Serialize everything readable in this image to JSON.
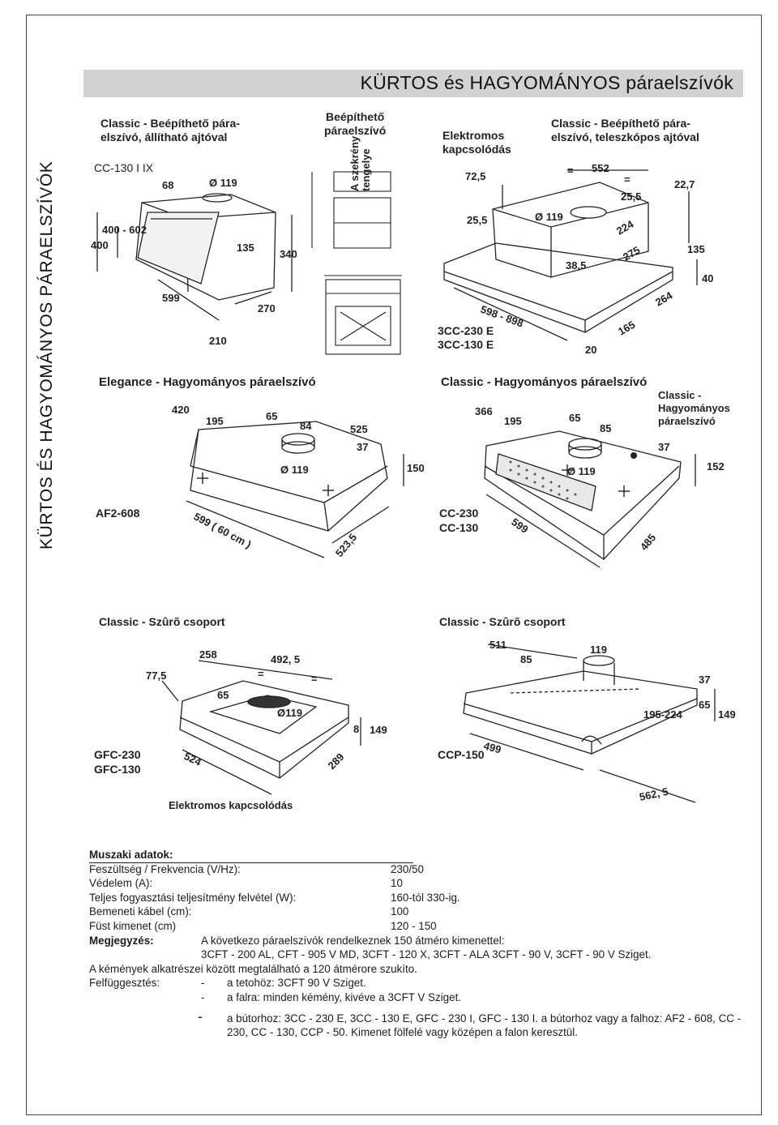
{
  "header": {
    "title": "KÜRTOS és HAGYOMÁNYOS páraelszívók"
  },
  "side_title": "KÜRTOS ÉS HAGYOMÁNYOS PÁRAELSZÍVÓK",
  "diagrams": {
    "classic_built_in_door": {
      "title1": "Classic - Beépíthető pára-",
      "title2": "elszívó, állítható ajtóval",
      "model": "CC-130 I IX",
      "dims": [
        "68",
        "Ø 119",
        "400 - 602",
        "400",
        "135",
        "340",
        "599",
        "270",
        "210"
      ]
    },
    "built_in_cabinet": {
      "title1": "Beépíthető",
      "title2": "páraelszívó",
      "axis_label1": "A szekrény",
      "axis_label2": "tengelye"
    },
    "electrical": {
      "title1": "Elektromos",
      "title2": "kapcsolódás"
    },
    "classic_telescopic": {
      "title1": "Classic - Beépíthető pára-",
      "title2": "elszívó, teleszkópos ajtóval",
      "model1": "3CC-230 E",
      "model2": "3CC-130 E",
      "dims": [
        "=",
        "552",
        "=",
        "22,7",
        "72,5",
        "25,5",
        "Ø 119",
        "25,5",
        "224",
        "38,5",
        "275",
        "135",
        "40",
        "598 - 898",
        "264",
        "165",
        "20"
      ]
    },
    "elegance": {
      "title": "Elegance - Hagyományos páraelszívó",
      "model": "AF2-608",
      "dims": [
        "420",
        "195",
        "65",
        "84",
        "525",
        "37",
        "Ø 119",
        "150",
        "599 ( 60 cm )",
        "523,5"
      ]
    },
    "classic_traditional": {
      "title": "Classic - Hagyományos páraelszívó",
      "side_label1": "Classic -",
      "side_label2": "Hagyományos",
      "side_label3": "páraelszívó",
      "model1": "CC-230",
      "model2": "CC-130",
      "dims": [
        "366",
        "195",
        "65",
        "85",
        "37",
        "Ø 119",
        "152",
        "599",
        "485"
      ]
    },
    "filter_group_left": {
      "title": "Classic - Szûrõ csoport",
      "model1": "GFC-230",
      "model2": "GFC-130",
      "footer": "Elektromos kapcsolódás",
      "dims": [
        "258",
        "492, 5",
        "77,5",
        "=",
        "=",
        "65",
        "Ø119",
        "8",
        "149",
        "524",
        "289"
      ]
    },
    "filter_group_right": {
      "title": "Classic - Szûrõ csoport",
      "model": "CCP-150",
      "dims": [
        "511",
        "119",
        "85",
        "37",
        "65",
        "195-224",
        "149",
        "499",
        "562, 5"
      ]
    }
  },
  "specs": {
    "heading": "Muszaki adatok:",
    "rows": [
      {
        "label": "Feszültség / Frekvencia (V/Hz):",
        "value": "230/50"
      },
      {
        "label": "Védelem (A):",
        "value": "10"
      },
      {
        "label": "Teljes fogyasztási teljesítmény felvétel (W):",
        "value": "160-tól 330-ig."
      },
      {
        "label": "Bemeneti kábel (cm):",
        "value": "100"
      },
      {
        "label": "Füst kimenet (cm)",
        "value": "120 - 150"
      }
    ],
    "note_label": "Megjegyzés:",
    "note_text": "A következo páraelszívók rendelkeznek 150 átméro kimenettel:",
    "note_models": "3CFT - 200 AL, CFT - 905 V MD, 3CFT - 120 X, 3CFT - ALA 3CFT - 90 V, 3CFT - 90 V Sziget.",
    "chimney_note": "A kémények alkatrészei között megtalálható a 120 átmérore szukíto.",
    "mount_label": "Felfüggesztés:",
    "mount_items": [
      {
        "dash": "-",
        "text": "a tetohöz: 3CFT 90 V Sziget."
      },
      {
        "dash": "-",
        "text": "a falra: minden kémény, kivéve a 3CFT V Sziget."
      },
      {
        "dash": "-",
        "text": "a bútorhoz: 3CC - 230 E, 3CC - 130 E, GFC - 230 I, GFC - 130 I. a bútorhoz vagy a falhoz: AF2 - 608, CC - 230, CC - 130, CCP - 50. Kimenet fölfelé vagy középen a falon keresztül."
      }
    ]
  }
}
